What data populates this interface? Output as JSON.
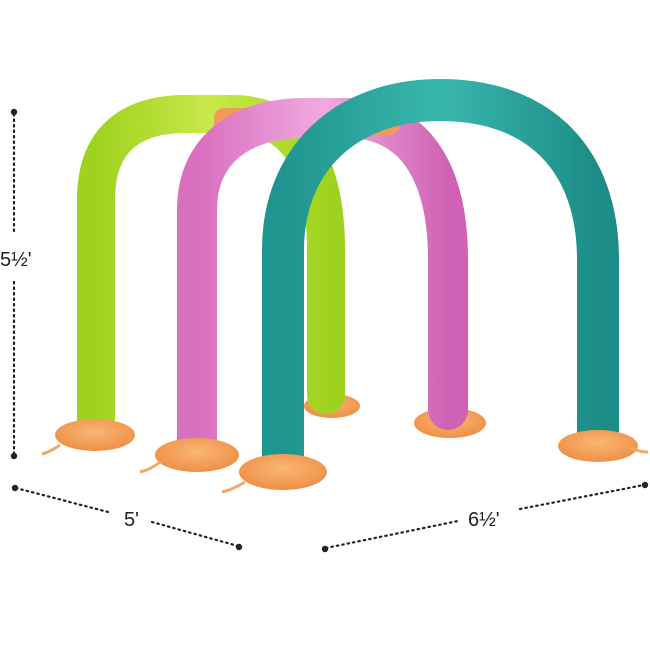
{
  "dimensions": {
    "height_label": "5½'",
    "depth_label": "5'",
    "width_label": "6½'"
  },
  "colors": {
    "green_arch": "#b6dc2e",
    "pink_arch": "#e487cf",
    "teal_arch": "#27a8a0",
    "connector": "#f29a57",
    "base": "#f6a45e",
    "dots": "#222222"
  }
}
